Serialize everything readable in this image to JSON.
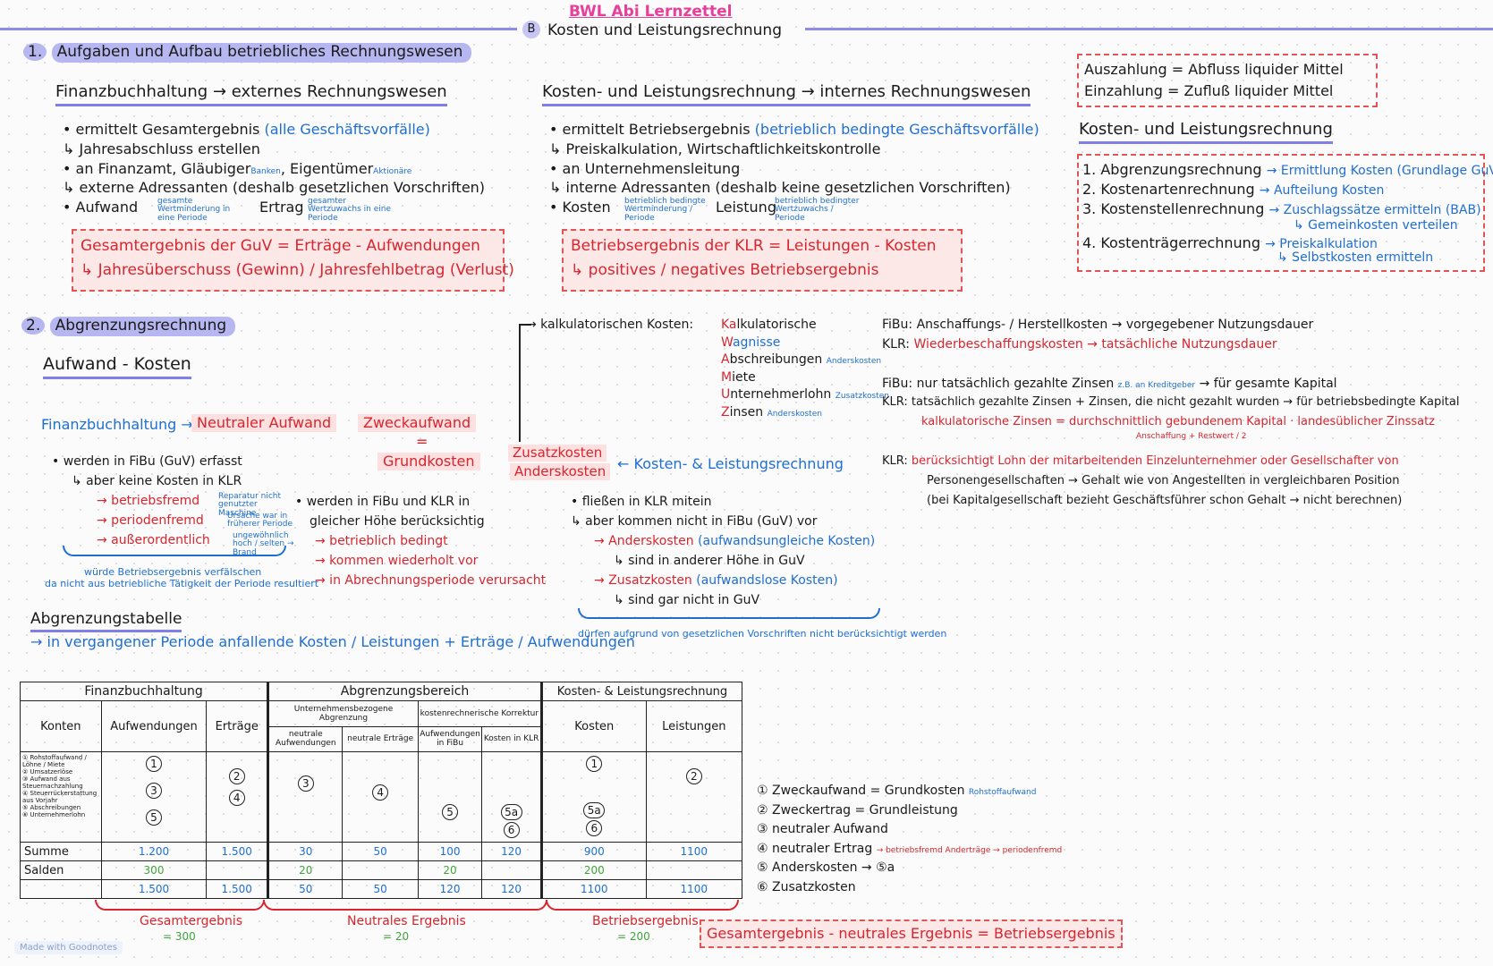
{
  "header": {
    "app": "BWL Abi Lernzettel",
    "letter": "B",
    "title": "Kosten und Leistungsrechnung"
  },
  "s1": {
    "num": "1.",
    "title": "Aufgaben und Aufbau betriebliches Rechnungswesen",
    "fibu": {
      "title": "Finanzbuchhaltung → externes Rechnungswesen",
      "b1": "ermittelt Gesamtergebnis",
      "b1_note": "(alle Geschäftsvorfälle)",
      "b1a": "↳ Jahresabschluss erstellen",
      "b2": "an Finanzamt, Gläubiger",
      "b2_small": "Banken",
      "b2b": ", Eigentümer",
      "b2_small2": "Aktionäre",
      "b2a": "↳ externe Adressanten (deshalb gesetzlichen Vorschriften)",
      "b3_a": "Aufwand",
      "b3_a_note": "gesamte Wertminderung in eine Periode",
      "b3_b": "Ertrag",
      "b3_b_note": "gesamter Wertzuwachs in eine Periode",
      "formula1": "Gesamtergebnis der GuV = Erträge - Aufwendungen",
      "formula2": "↳ Jahresüberschuss (Gewinn) / Jahresfehlbetrag (Verlust)"
    },
    "klr": {
      "title": "Kosten- und Leistungsrechnung → internes Rechnungswesen",
      "b1": "ermittelt Betriebsergebnis",
      "b1_note": "(betrieblich bedingte Geschäftsvorfälle)",
      "b1a": "↳ Preiskalkulation, Wirtschaftlichkeitskontrolle",
      "b2": "an Unternehmensleitung",
      "b2a": "↳ interne Adressanten (deshalb keine gesetzlichen Vorschriften)",
      "b3_a": "Kosten",
      "b3_a_note": "betrieblich bedingte Wertminderung / Periode",
      "b3_b": "Leistung",
      "b3_b_note": "betrieblich bedingter Wertzuwachs / Periode",
      "formula1": "Betriebsergebnis der KLR = Leistungen - Kosten",
      "formula2": "↳ positives / negatives Betriebsergebnis"
    },
    "right": {
      "def1": "Auszahlung = Abfluss liquider Mittel",
      "def2": "Einzahlung = Zufluß liquider Mittel",
      "title": "Kosten- und Leistungsrechnung",
      "items": [
        {
          "n": "1.",
          "t": "Abgrenzungsrechnung",
          "d": "→ Ermittlung Kosten (Grundlage GuV)",
          "d2": ""
        },
        {
          "n": "2.",
          "t": "Kostenartenrechnung",
          "d": "→ Aufteilung Kosten",
          "d2": ""
        },
        {
          "n": "3.",
          "t": "Kostenstellenrechnung",
          "d": "→ Zuschlagssätze ermitteln (BAB)",
          "d2": "↳ Gemeinkosten verteilen"
        },
        {
          "n": "4.",
          "t": "Kostenträgerrechnung",
          "d": "→ Preiskalkulation",
          "d2": "↳ Selbstkosten ermitteln"
        }
      ]
    }
  },
  "s2": {
    "num": "2.",
    "title": "Abgrenzungsrechnung",
    "sub": "Aufwand - Kosten",
    "fibu_label": "Finanzbuchhaltung →",
    "neutral": "Neutraler Aufwand",
    "zweck": "Zweckaufwand",
    "eq": "=",
    "grund": "Grundkosten",
    "zusatz1": "Zusatzkosten",
    "zusatz2": "Anderskosten",
    "klr_arrow": "← Kosten- & Leistungsrechnung",
    "n1": "• werden in FiBu (GuV) erfasst",
    "n2": "↳ aber keine Kosten in KLR",
    "n3": "→ betriebsfremd",
    "n3_note": "Reparatur nicht genutzter Maschine",
    "n4": "→ periodenfremd",
    "n4_note": "Ursache war in früherer Periode",
    "n5": "→ außerordentlich",
    "n5_note": "ungewöhnlich hoch / selten → Brand",
    "n6": "würde Betriebsergebnis verfälschen",
    "n7": "da nicht aus betriebliche Tätigkeit der Periode resultiert",
    "g1": "• werden in FiBu und KLR in",
    "g2": "gleicher Höhe berücksichtig",
    "g3": "→ betrieblich bedingt",
    "g4": "→ kommen wiederholt vor",
    "g5": "→ in Abrechnungsperiode verursacht",
    "z1": "• fließen in KLR mitein",
    "z2": "↳ aber kommen nicht in FiBu (GuV) vor",
    "z3": "→ Anderskosten",
    "z3_note": "(aufwandsungleiche Kosten)",
    "z4": "↳ sind in anderer Höhe in GuV",
    "z5": "→ Zusatzkosten",
    "z5_note": "(aufwandslose Kosten)",
    "z6": "↳ sind gar nicht in GuV",
    "z7": "dürfen aufgrund von gesetzlichen Vorschriften nicht berücksichtigt werden",
    "kalk_label": "→ kalkulatorischen Kosten:",
    "kalk": [
      {
        "l": "Ka",
        "r": "lkulatorische",
        "n": ""
      },
      {
        "l": "W",
        "r": "agnisse",
        "n": ""
      },
      {
        "l": "A",
        "r": "bschreibungen",
        "n": "Anderskosten"
      },
      {
        "l": "M",
        "r": "iete",
        "n": ""
      },
      {
        "l": "U",
        "r": "nternehmerlohn",
        "n": "Zusatzkosten"
      },
      {
        "l": "Z",
        "r": "insen",
        "n": "Anderskosten"
      }
    ],
    "r1": "FiBu: Anschaffungs- / Herstellkosten → vorgegebener Nutzungsdauer",
    "r2_a": "KLR:",
    "r2_b": "Wiederbeschaffungskosten → tatsächliche Nutzungsdauer",
    "r3": "FiBu: nur tatsächlich gezahlte Zinsen",
    "r3_note": "z.B. an Kreditgeber",
    "r3_b": "→ für gesamte Kapital",
    "r4": "KLR: tatsächlich gezahlte Zinsen + Zinsen, die nicht gezahlt wurden → für betriebsbedingte Kapital",
    "r5": "kalkulatorische Zinsen = durchschnittlich gebundenem Kapital · landesüblicher Zinssatz",
    "r5_note": "Anschaffung + Restwert / 2",
    "r6_a": "KLR:",
    "r6_b": "berücksichtigt Lohn der mitarbeitenden Einzelunternehmer oder Gesellschafter von",
    "r7": "Personengesellschaften → Gehalt wie von Angestellten in vergleichbaren Position",
    "r8": "(bei Kapitalgesellschaft bezieht Geschäftsführer schon Gehalt → nicht berechnen)",
    "tab_title": "Abgrenzungstabelle",
    "tab_desc": "→ in vergangener Periode anfallende Kosten / Leistungen + Erträge / Aufwendungen"
  },
  "table": {
    "h_fibu": "Finanzbuchhaltung",
    "h_abgr": "Abgrenzungsbereich",
    "h_klr": "Kosten- & Leistungsrechnung",
    "h_unt": "Unternehmensbezogene Abgrenzung",
    "h_kost": "kostenrechnerische Korrektur",
    "c_konten": "Konten",
    "c_aufw": "Aufwendungen",
    "c_ertr": "Erträge",
    "c_na": "neutrale Aufwendungen",
    "c_ne": "neutrale Erträge",
    "c_af": "Aufwendungen in FiBu",
    "c_kk": "Kosten in KLR",
    "c_kosten": "Kosten",
    "c_leist": "Leistungen",
    "konten": [
      "① Rohstoffaufwand / Löhne / Miete",
      "② Umsatzerlöse",
      "③ Aufwand aus Steuernachzahlung",
      "④ Steuerrückerstattung aus Vorjahr",
      "⑤ Abschreibungen",
      "⑥ Unternehmerlohn"
    ],
    "summe": "Summe",
    "salden": "Salden",
    "sum_row": [
      "1.200",
      "1.500",
      "30",
      "50",
      "100",
      "120",
      "900",
      "1100"
    ],
    "sal_row": [
      "300",
      "",
      "20",
      "",
      "20",
      "",
      "200",
      ""
    ],
    "tot_row": [
      "1.500",
      "1.500",
      "50",
      "50",
      "120",
      "120",
      "1100",
      "1100"
    ],
    "b1": "Gesamtergebnis",
    "b1v": "= 300",
    "b2": "Neutrales Ergebnis",
    "b2v": "= 20",
    "b3": "Betriebsergebnis",
    "b3v": "= 200"
  },
  "legend": [
    {
      "n": "①",
      "t": "Zweckaufwand = Grundkosten",
      "note": "Rohstoffaufwand"
    },
    {
      "n": "②",
      "t": "Zweckertrag = Grundleistung",
      "note": ""
    },
    {
      "n": "③",
      "t": "neutraler Aufwand",
      "note": ""
    },
    {
      "n": "④",
      "t": "neutraler Ertrag",
      "note": "→ betriebsfremd Anderträge → periodenfremd"
    },
    {
      "n": "⑤",
      "t": "Anderskosten → ⑤a",
      "note": ""
    },
    {
      "n": "⑥",
      "t": "Zusatzkosten",
      "note": ""
    }
  ],
  "final_formula": "Gesamtergebnis - neutrales Ergebnis = Betriebsergebnis",
  "footer": "Made with Goodnotes",
  "colors": {
    "accent": "#7f7fe6",
    "red": "#d8252e",
    "blue": "#1f6fd1",
    "green": "#3ea538",
    "pink": "#e83f9a"
  }
}
